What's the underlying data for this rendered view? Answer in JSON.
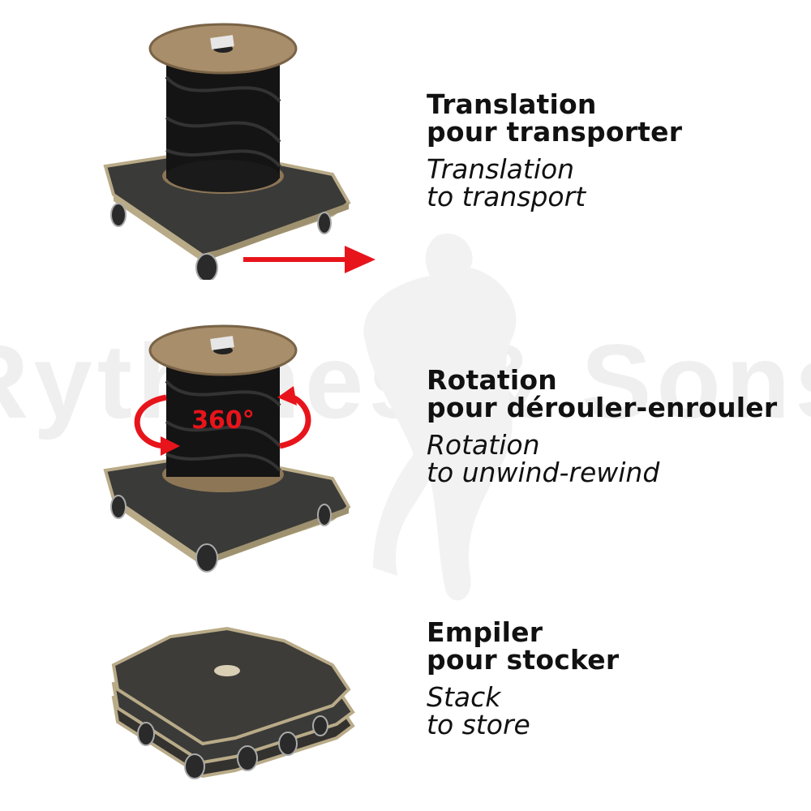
{
  "watermark": {
    "text": "Rythmes & Sons"
  },
  "rotation_badge": "360°",
  "sections": [
    {
      "fr": [
        "Translation",
        "pour transporter"
      ],
      "en": [
        "Translation",
        "to transport"
      ]
    },
    {
      "fr": [
        "Rotation",
        "pour dérouler-enrouler"
      ],
      "en": [
        "Rotation",
        "to unwind-rewind"
      ]
    },
    {
      "fr": [
        "Empiler",
        "pour stocker"
      ],
      "en": [
        "Stack",
        "to store"
      ]
    }
  ],
  "colors": {
    "arrow": "#e8141b",
    "board": "#3a3a38",
    "board_edge": "#b9ab88",
    "cable": "#141414",
    "flange": "#a88e6a",
    "watermark": "#eeeeee"
  },
  "icons": [
    "dolly-with-cable-spool",
    "translation-arrow",
    "rotation-arrows",
    "stacked-dollies"
  ]
}
